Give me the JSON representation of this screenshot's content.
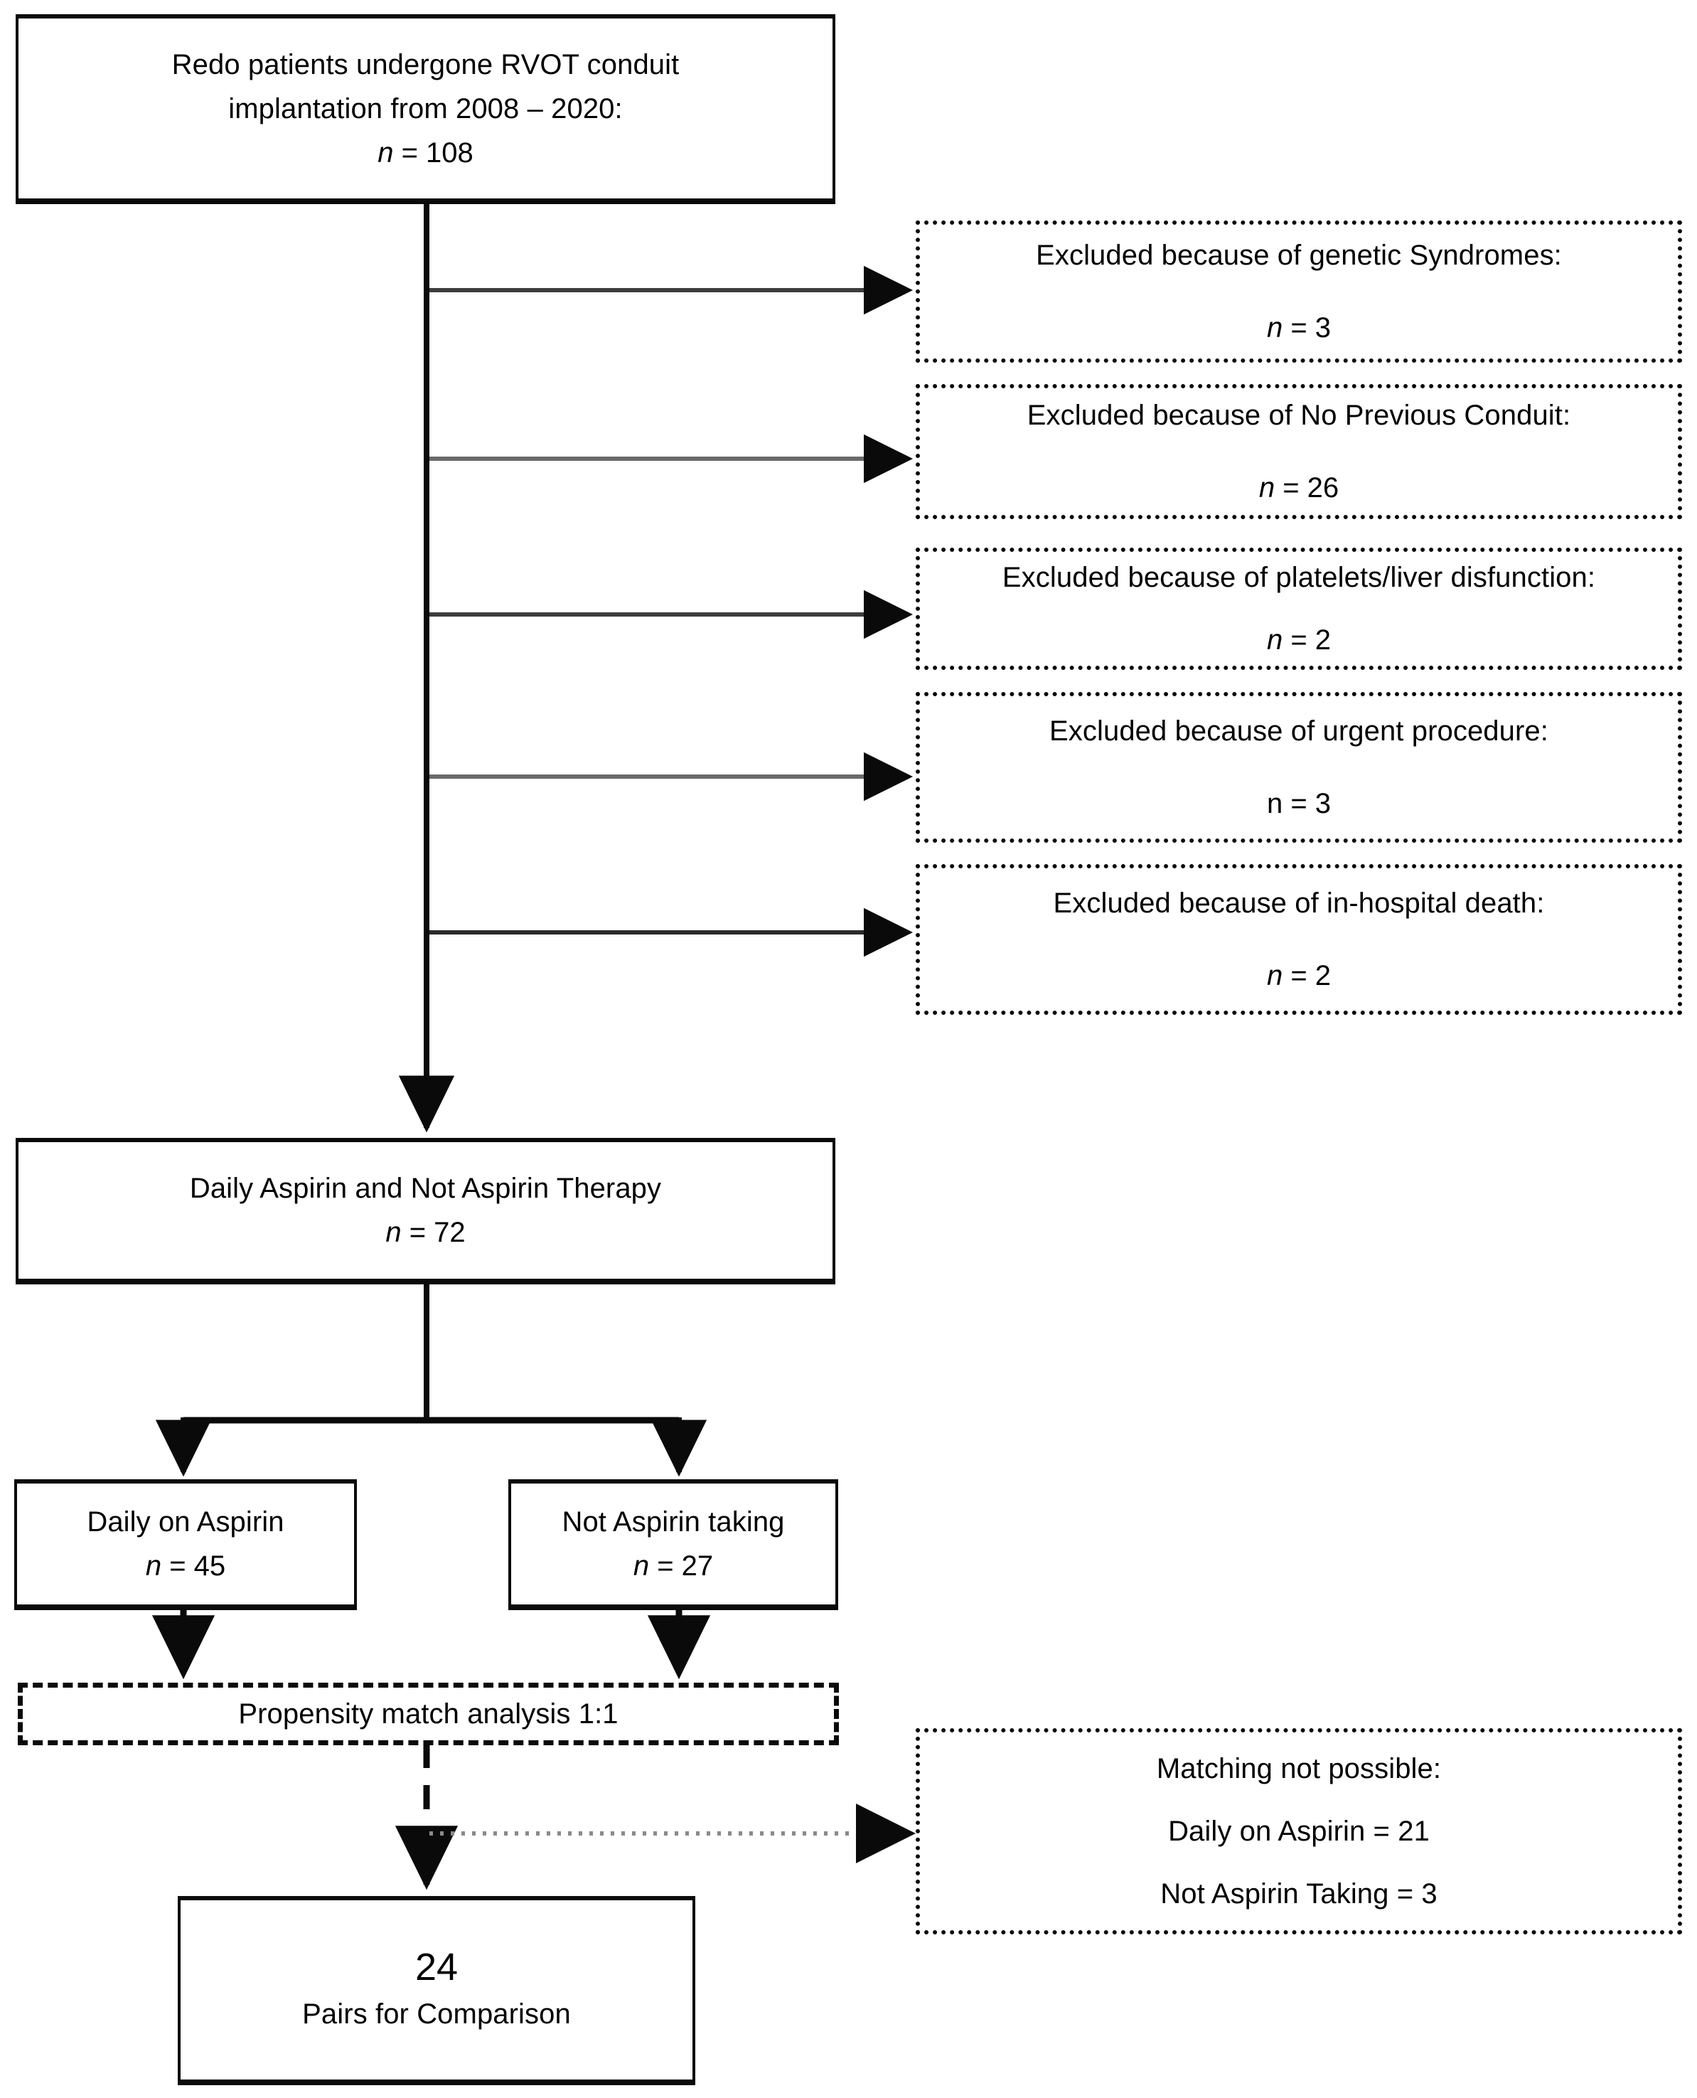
{
  "diagram": {
    "title": "CONSORT-style patient selection flow diagram",
    "colors": {
      "stroke": "#0a0a0a",
      "light_stroke": "#555555",
      "background": "#ffffff"
    }
  },
  "nodes": {
    "source_cohort": {
      "line1": "Redo patients undergone RVOT conduit",
      "line2": "implantation from 2008 – 2020:",
      "n_label": "n",
      "n_eq": " = ",
      "n_value": "108"
    },
    "eligible_cohort": {
      "line1": "Daily Aspirin and Not Aspirin Therapy",
      "n_label": "n",
      "n_eq": " = ",
      "n_value": "72"
    },
    "arm_aspirin": {
      "line1": "Daily on Aspirin",
      "n_label": "n",
      "n_eq": " = ",
      "n_value": "45"
    },
    "arm_no_aspirin": {
      "line1": "Not Aspirin taking",
      "n_label": "n",
      "n_eq": " = ",
      "n_value": "27"
    },
    "propensity_match": {
      "line1": "Propensity match analysis 1:1"
    },
    "final_pairs": {
      "count": "24",
      "line1": "Pairs for Comparison"
    },
    "matching_not_possible": {
      "line1": "Matching not possible:",
      "line2": "Daily on Aspirin = 21",
      "line3": "Not Aspirin Taking = 3"
    }
  },
  "exclusions": [
    {
      "reason": "Excluded because of genetic Syndromes:",
      "n_label": "n",
      "n_eq": " = ",
      "n_value": "3",
      "n_italic": true
    },
    {
      "reason": "Excluded because of No Previous Conduit:",
      "n_label": "n",
      "n_eq": " = ",
      "n_value": "26",
      "n_italic": true
    },
    {
      "reason": "Excluded because of platelets/liver disfunction:",
      "n_label": "n",
      "n_eq": " = ",
      "n_value": "2",
      "n_italic": true
    },
    {
      "reason": "Excluded because of urgent procedure:",
      "n_label": "n",
      "n_eq": " = ",
      "n_value": "3",
      "n_italic": false
    },
    {
      "reason": "Excluded because of in-hospital death:",
      "n_label": "n",
      "n_eq": " = ",
      "n_value": "2",
      "n_italic": true
    }
  ]
}
